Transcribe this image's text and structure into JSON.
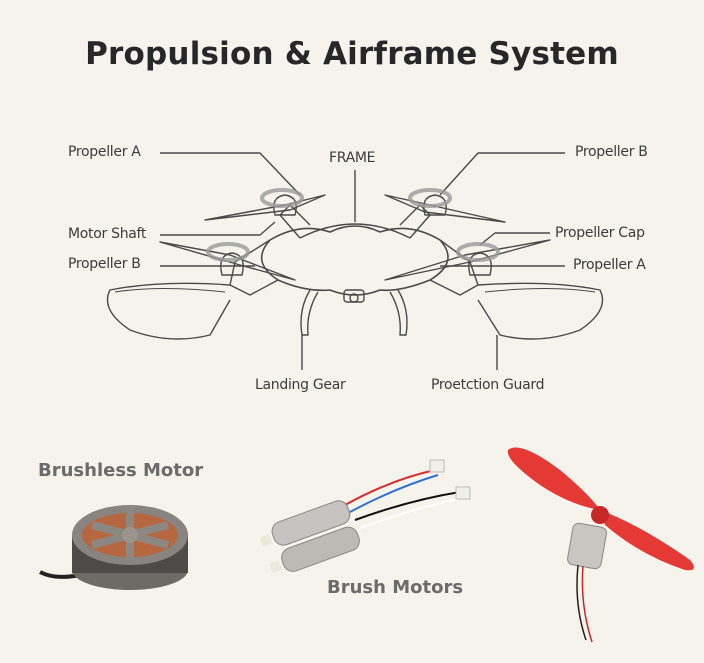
{
  "title": "Propulsion & Airframe System",
  "diagram": {
    "labels": {
      "propeller_a_top_left": "Propeller A",
      "frame": "FRAME",
      "propeller_b_top_right": "Propeller B",
      "motor_shaft": "Motor Shaft",
      "propeller_cap": "Propeller Cap",
      "propeller_b_left": "Propeller B",
      "propeller_a_right": "Propeller A",
      "landing_gear": "Landing Gear",
      "protection_guard": "Proetction Guard"
    }
  },
  "components": {
    "brushless_motor": "Brushless Motor",
    "brush_motors": "Brush Motors"
  },
  "colors": {
    "background": "#f5f3ec",
    "title": "#27272a",
    "line": "#555555",
    "propeller_red": "#e53935"
  }
}
